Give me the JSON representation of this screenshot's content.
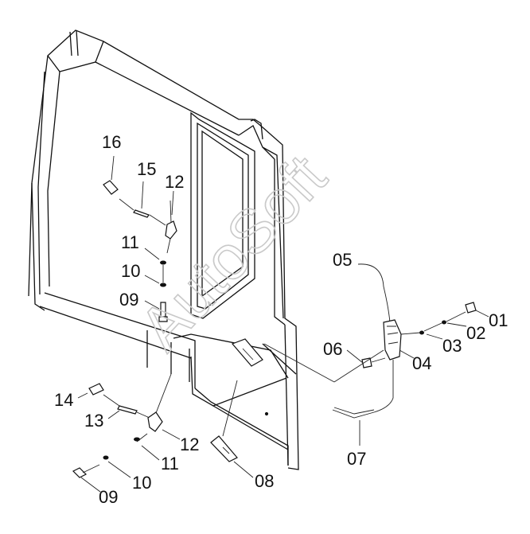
{
  "diagram": {
    "watermark": "AutoSoft",
    "labels": {
      "p01": "01",
      "p02": "02",
      "p03": "03",
      "p04": "04",
      "p05": "05",
      "p06": "06",
      "p07": "07",
      "p08": "08",
      "p09_upper": "09",
      "p09_lower": "09",
      "p10_upper": "10",
      "p10_lower": "10",
      "p11_upper": "11",
      "p11_lower": "11",
      "p12_upper": "12",
      "p12_lower": "12",
      "p13": "13",
      "p14": "14",
      "p15": "15",
      "p16": "16"
    }
  }
}
